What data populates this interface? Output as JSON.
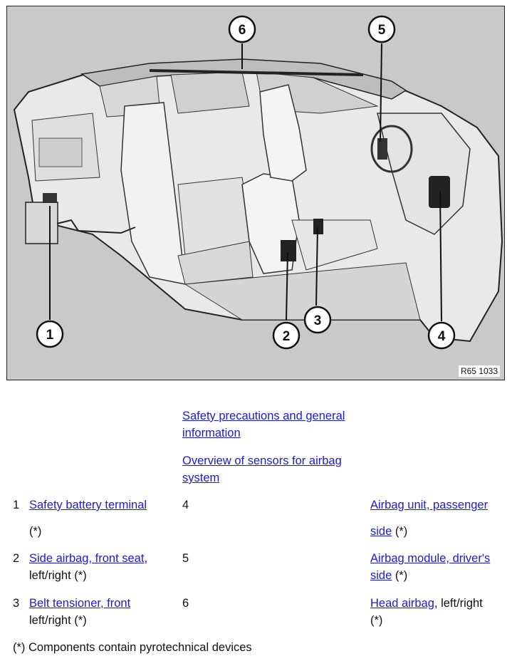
{
  "figure": {
    "code": "R65 1033",
    "callouts": [
      "1",
      "2",
      "3",
      "4",
      "5",
      "6"
    ]
  },
  "links": {
    "safety": "Safety precautions and general information",
    "sensors": "Overview of sensors for airbag system"
  },
  "rows": [
    {
      "num_left": "1",
      "left_link": "Safety battery terminal",
      "left_suffix": "",
      "left_line2": "(*)",
      "num_mid": "4",
      "right_link_a": "Airbag unit, passenger",
      "right_link_b": "side",
      "right_suffix": " (*)"
    },
    {
      "num_left": "2",
      "left_link": "Side airbag, front seat",
      "left_suffix": ",",
      "left_line2": "left/right (*)",
      "num_mid": "5",
      "right_link_a": "Airbag module, driver's",
      "right_link_b": "side",
      "right_suffix": " (*)"
    },
    {
      "num_left": "3",
      "left_link": "Belt tensioner, front",
      "left_suffix": "",
      "left_line2": "left/right (*)",
      "num_mid": "6",
      "right_link_a": "Head airbag",
      "right_link_b": "",
      "right_suffix": ", left/right",
      "right_line2": "(*)"
    }
  ],
  "footnote": "(*) Components contain pyrotechnical devices"
}
